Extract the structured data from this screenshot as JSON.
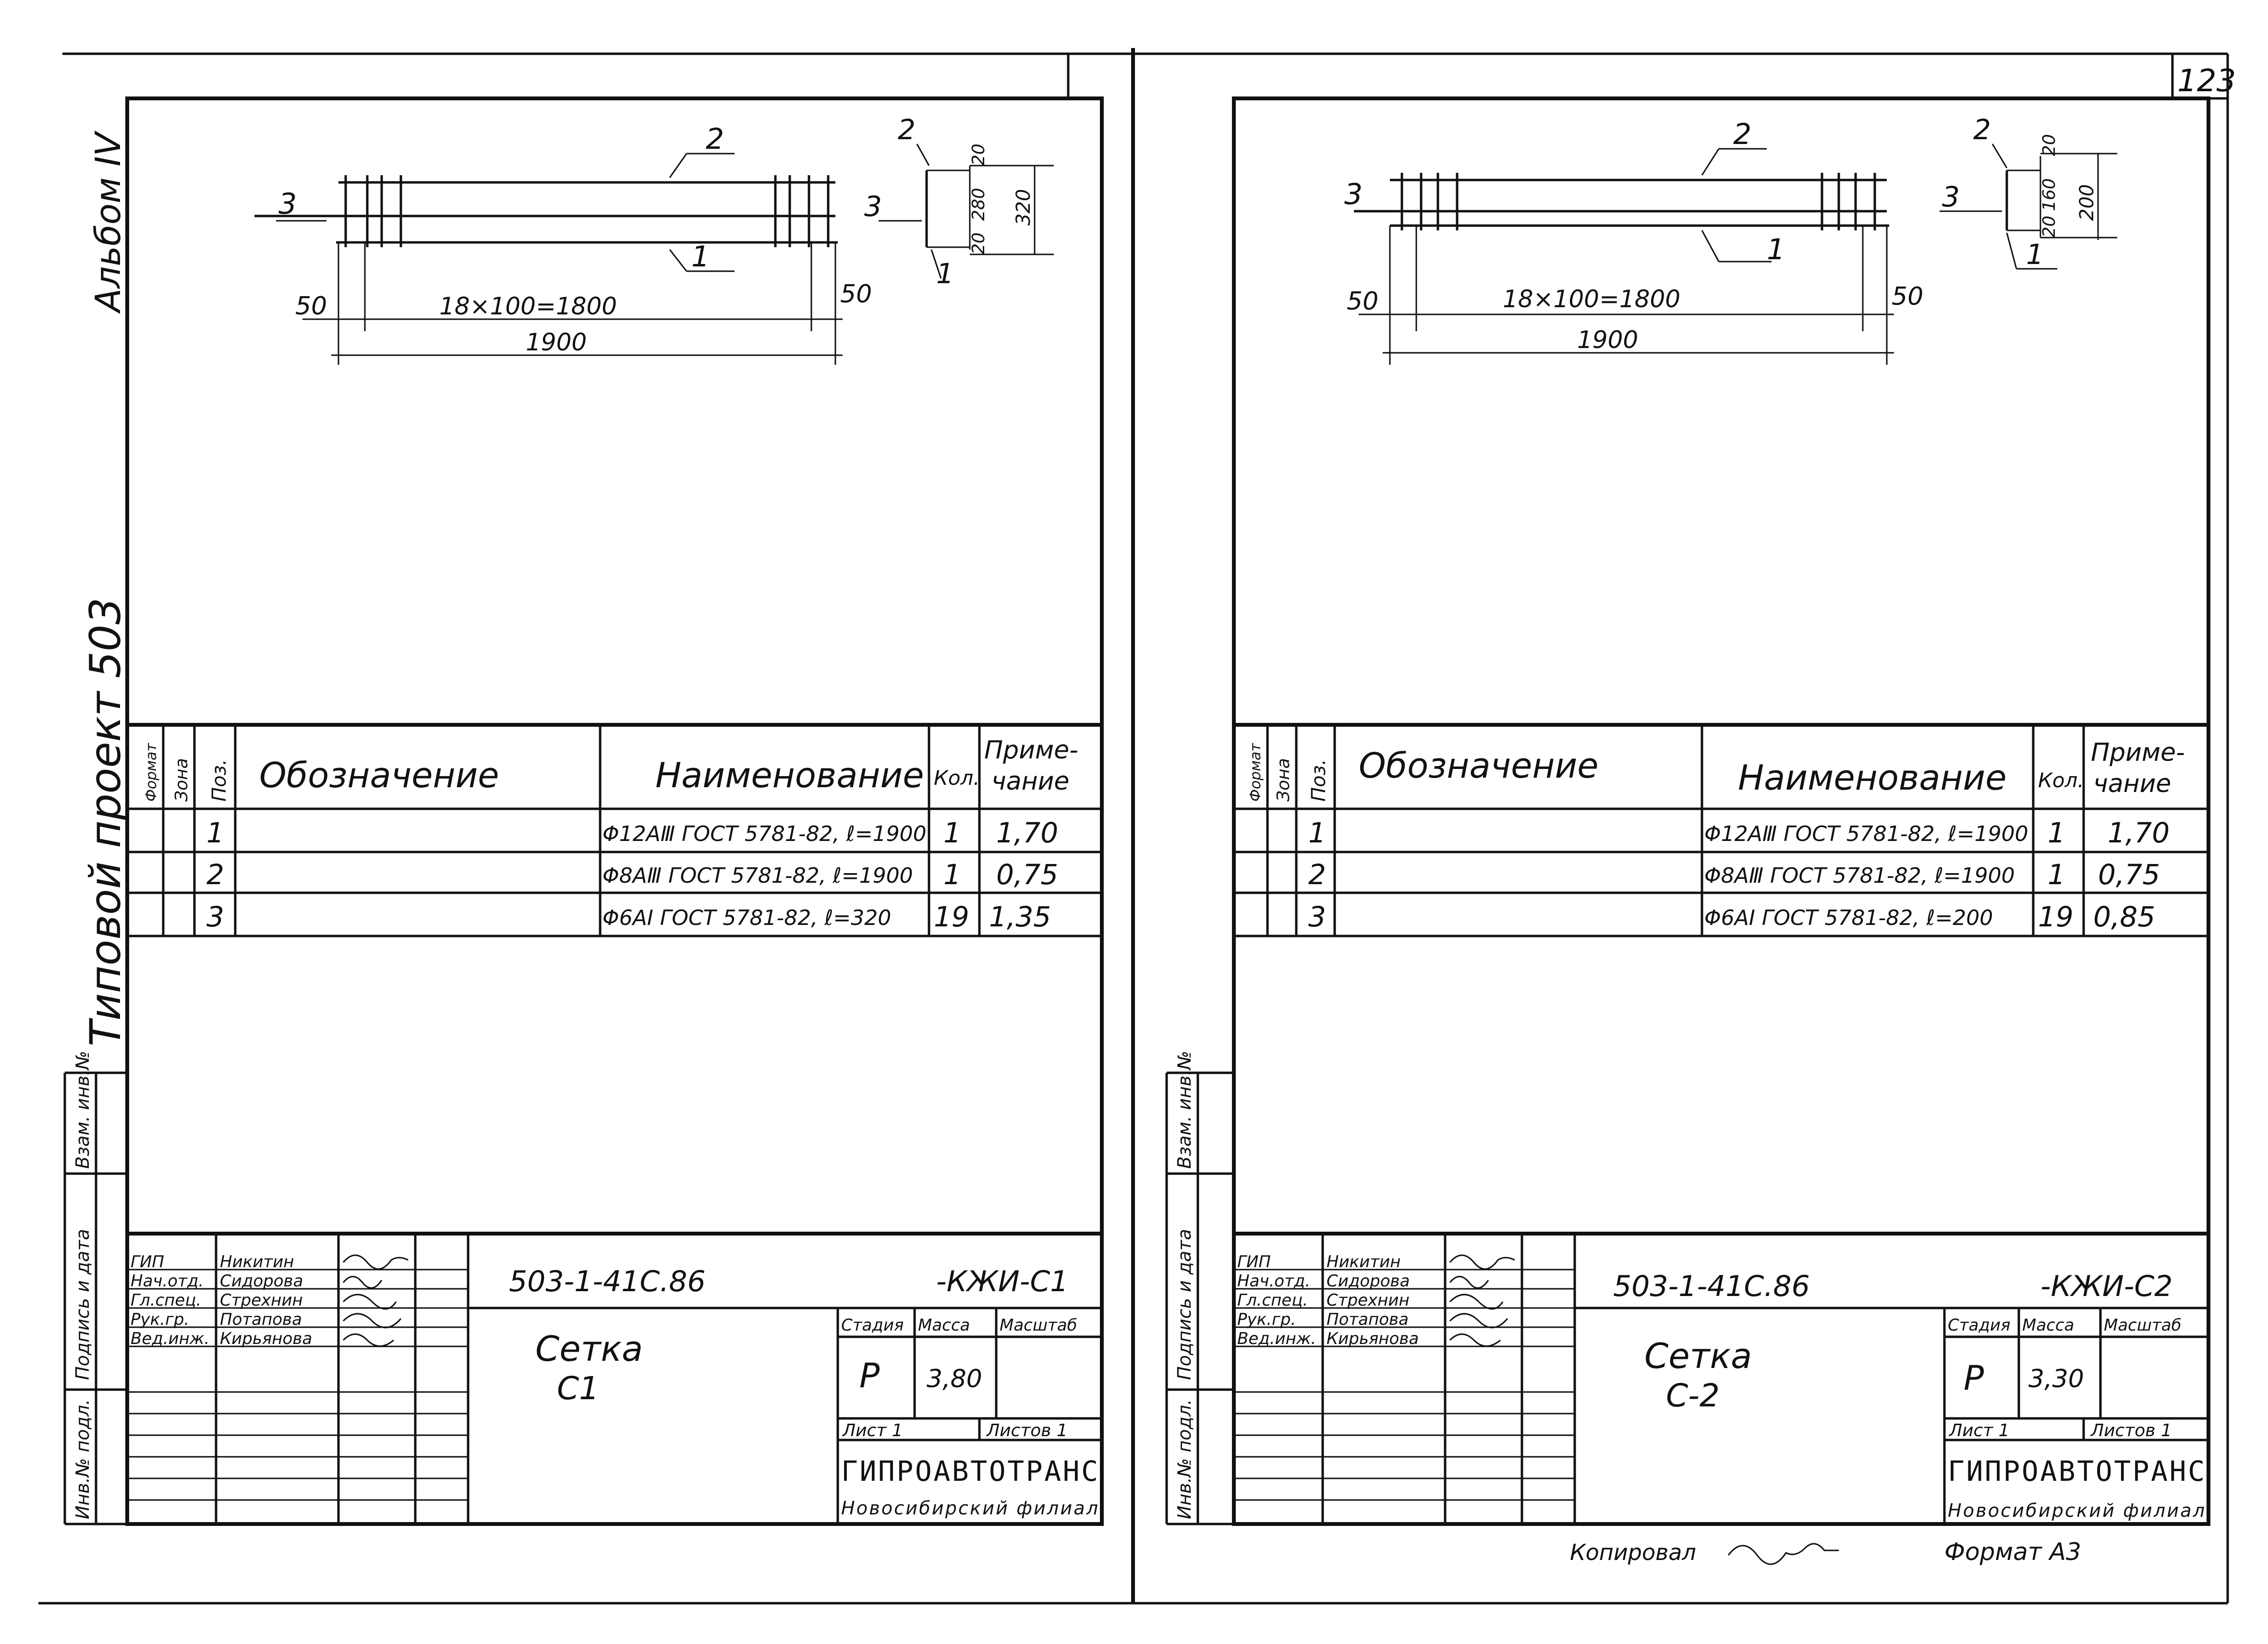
{
  "page_number": "123",
  "side_labels": {
    "album": "Альбом IV",
    "project": "Типовой проект 503",
    "stamp_fields": [
      "Инв.№ подл.",
      "Подпись и дата",
      "Взам. инв.№"
    ]
  },
  "table_headers": {
    "format": "Формат",
    "zone": "Зона",
    "pos": "Поз.",
    "designation": "Обозначение",
    "name": "Наименование",
    "qty": "Кол.",
    "note_1": "Приме-",
    "note_2": "чание"
  },
  "title_block_labels": {
    "stage": "Стадия",
    "mass": "Масса",
    "scale": "Масштаб",
    "sheet": "Лист 1",
    "sheets": "Листов 1",
    "org": "ГИПРОАВТОТРАНС",
    "branch": "Новосибирский филиал",
    "roles": [
      "ГИП",
      "Нач.отд.",
      "Гл.спец.",
      "Рук.гр.",
      "Вед.инж."
    ],
    "names": [
      "Никитин",
      "Сидорова",
      "Стрехнин",
      "Потапова",
      "Кирьянова"
    ]
  },
  "sheets": [
    {
      "id": "c1",
      "drawing": {
        "pos_longitudinal_top": "2",
        "pos_longitudinal_bottom": "1",
        "pos_transverse": "3",
        "dim_end_left": "50",
        "dim_end_right": "50",
        "dim_spacing": "18×100=1800",
        "dim_total": "1900",
        "section_pos_top": "2",
        "section_pos_bar": "3",
        "section_pos_bottom": "1",
        "section_dim_top": "20",
        "section_dim_mid": "280",
        "section_dim_bottom": "20",
        "section_dim_total": "320"
      },
      "rows": [
        {
          "pos": "1",
          "name": "Φ12AⅢ ГОСТ 5781-82, ℓ=1900",
          "qty": "1",
          "note": "1,70"
        },
        {
          "pos": "2",
          "name": "Φ8AⅢ ГОСТ 5781-82, ℓ=1900",
          "qty": "1",
          "note": "0,75"
        },
        {
          "pos": "3",
          "name": "Φ6AI ГОСТ 5781-82, ℓ=320",
          "qty": "19",
          "note": "1,35"
        }
      ],
      "code": "503-1-41С.86",
      "code_suffix": "-КЖИ-С1",
      "title_line1": "Сетка",
      "title_line2": "С1",
      "stage": "Р",
      "mass": "3,80"
    },
    {
      "id": "c2",
      "drawing": {
        "pos_longitudinal_top": "2",
        "pos_longitudinal_bottom": "1",
        "pos_transverse": "3",
        "dim_end_left": "50",
        "dim_end_right": "50",
        "dim_spacing": "18×100=1800",
        "dim_total": "1900",
        "section_pos_top": "2",
        "section_pos_bar": "3",
        "section_pos_bottom": "1",
        "section_dim_top": "20",
        "section_dim_mid": "160",
        "section_dim_bottom": "20",
        "section_dim_total": "200"
      },
      "rows": [
        {
          "pos": "1",
          "name": "Φ12AⅢ ГОСТ 5781-82, ℓ=1900",
          "qty": "1",
          "note": "1,70"
        },
        {
          "pos": "2",
          "name": "Φ8AⅢ ГОСТ 5781-82, ℓ=1900",
          "qty": "1",
          "note": "0,75"
        },
        {
          "pos": "3",
          "name": "Φ6AI ГОСТ 5781-82, ℓ=200",
          "qty": "19",
          "note": "0,85"
        }
      ],
      "code": "503-1-41С.86",
      "code_suffix": "-КЖИ-С2",
      "title_line1": "Сетка",
      "title_line2": "С-2",
      "stage": "Р",
      "mass": "3,30"
    }
  ],
  "footer": {
    "copied": "Копировал",
    "format": "Формат А3"
  }
}
